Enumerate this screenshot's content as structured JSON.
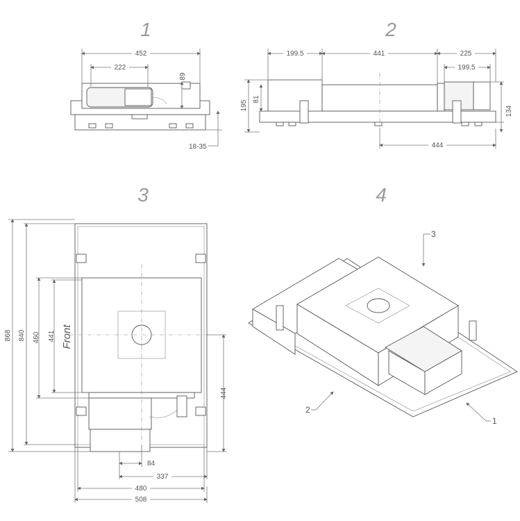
{
  "views": {
    "v1": {
      "number": "1",
      "dims": {
        "width": "452",
        "inner": "222",
        "height": "89",
        "adjust": "18-35"
      }
    },
    "v2": {
      "number": "2",
      "dims": {
        "left": "199.5",
        "mid": "441",
        "right": "225",
        "right_inner": "199.5",
        "height": "195",
        "height_inner": "81",
        "side": "134",
        "bottom": "444"
      }
    },
    "v3": {
      "number": "3",
      "label": "Front",
      "dims": {
        "d868": "868",
        "d840": "840",
        "d460": "460",
        "d441": "441",
        "d444": "444",
        "d84": "84",
        "d337": "337",
        "d480": "480",
        "d508": "508"
      }
    },
    "v4": {
      "number": "4",
      "callouts": {
        "c1": "1",
        "c2": "2",
        "c3": "3"
      }
    }
  }
}
